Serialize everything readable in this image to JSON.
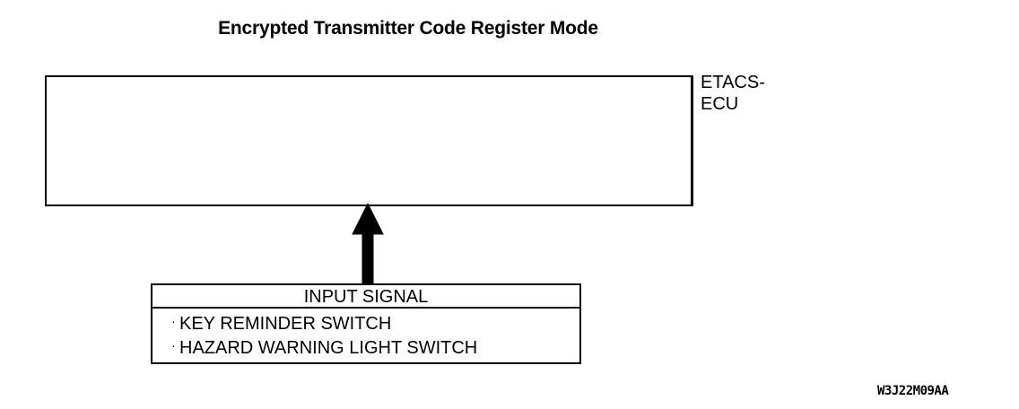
{
  "title": "Encrypted Transmitter Code Register Mode",
  "ecu": {
    "label_line1": "ETACS-",
    "label_line2": "ECU"
  },
  "input_signal": {
    "header": "INPUT SIGNAL",
    "bullet": "·",
    "items": [
      "KEY REMINDER SWITCH",
      "HAZARD WARNING LIGHT SWITCH"
    ]
  },
  "figure_code": "W3J22M09AA",
  "colors": {
    "line": "#000000",
    "background": "#ffffff"
  }
}
